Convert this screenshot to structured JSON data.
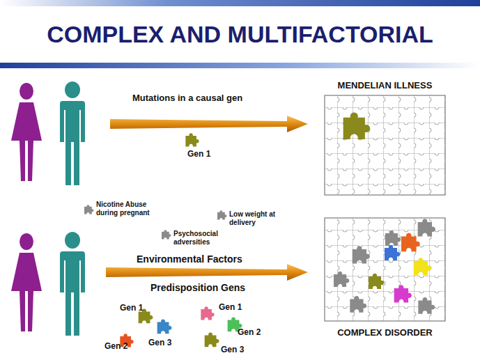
{
  "diagram": {
    "title": "COMPLEX AND MULTIFACTORIAL",
    "nodes": [
      {
        "text": [
          "MENDELIAN ILLNESS"
        ]
      },
      {
        "text": [
          "COMPLEX DISORDER"
        ]
      }
    ],
    "labels": [
      "Mutations in a causal gen",
      "Gen 1",
      "Nicotine Abuse during pregnant",
      "Low weight at delivery",
      "Psychosocial adversities",
      "Environmental Factors",
      "Predisposition Gens",
      "Gen 1",
      "Gen 2",
      "Gen 3",
      "Gen 1",
      "Gen 2",
      "Gen 3"
    ]
  }
}
